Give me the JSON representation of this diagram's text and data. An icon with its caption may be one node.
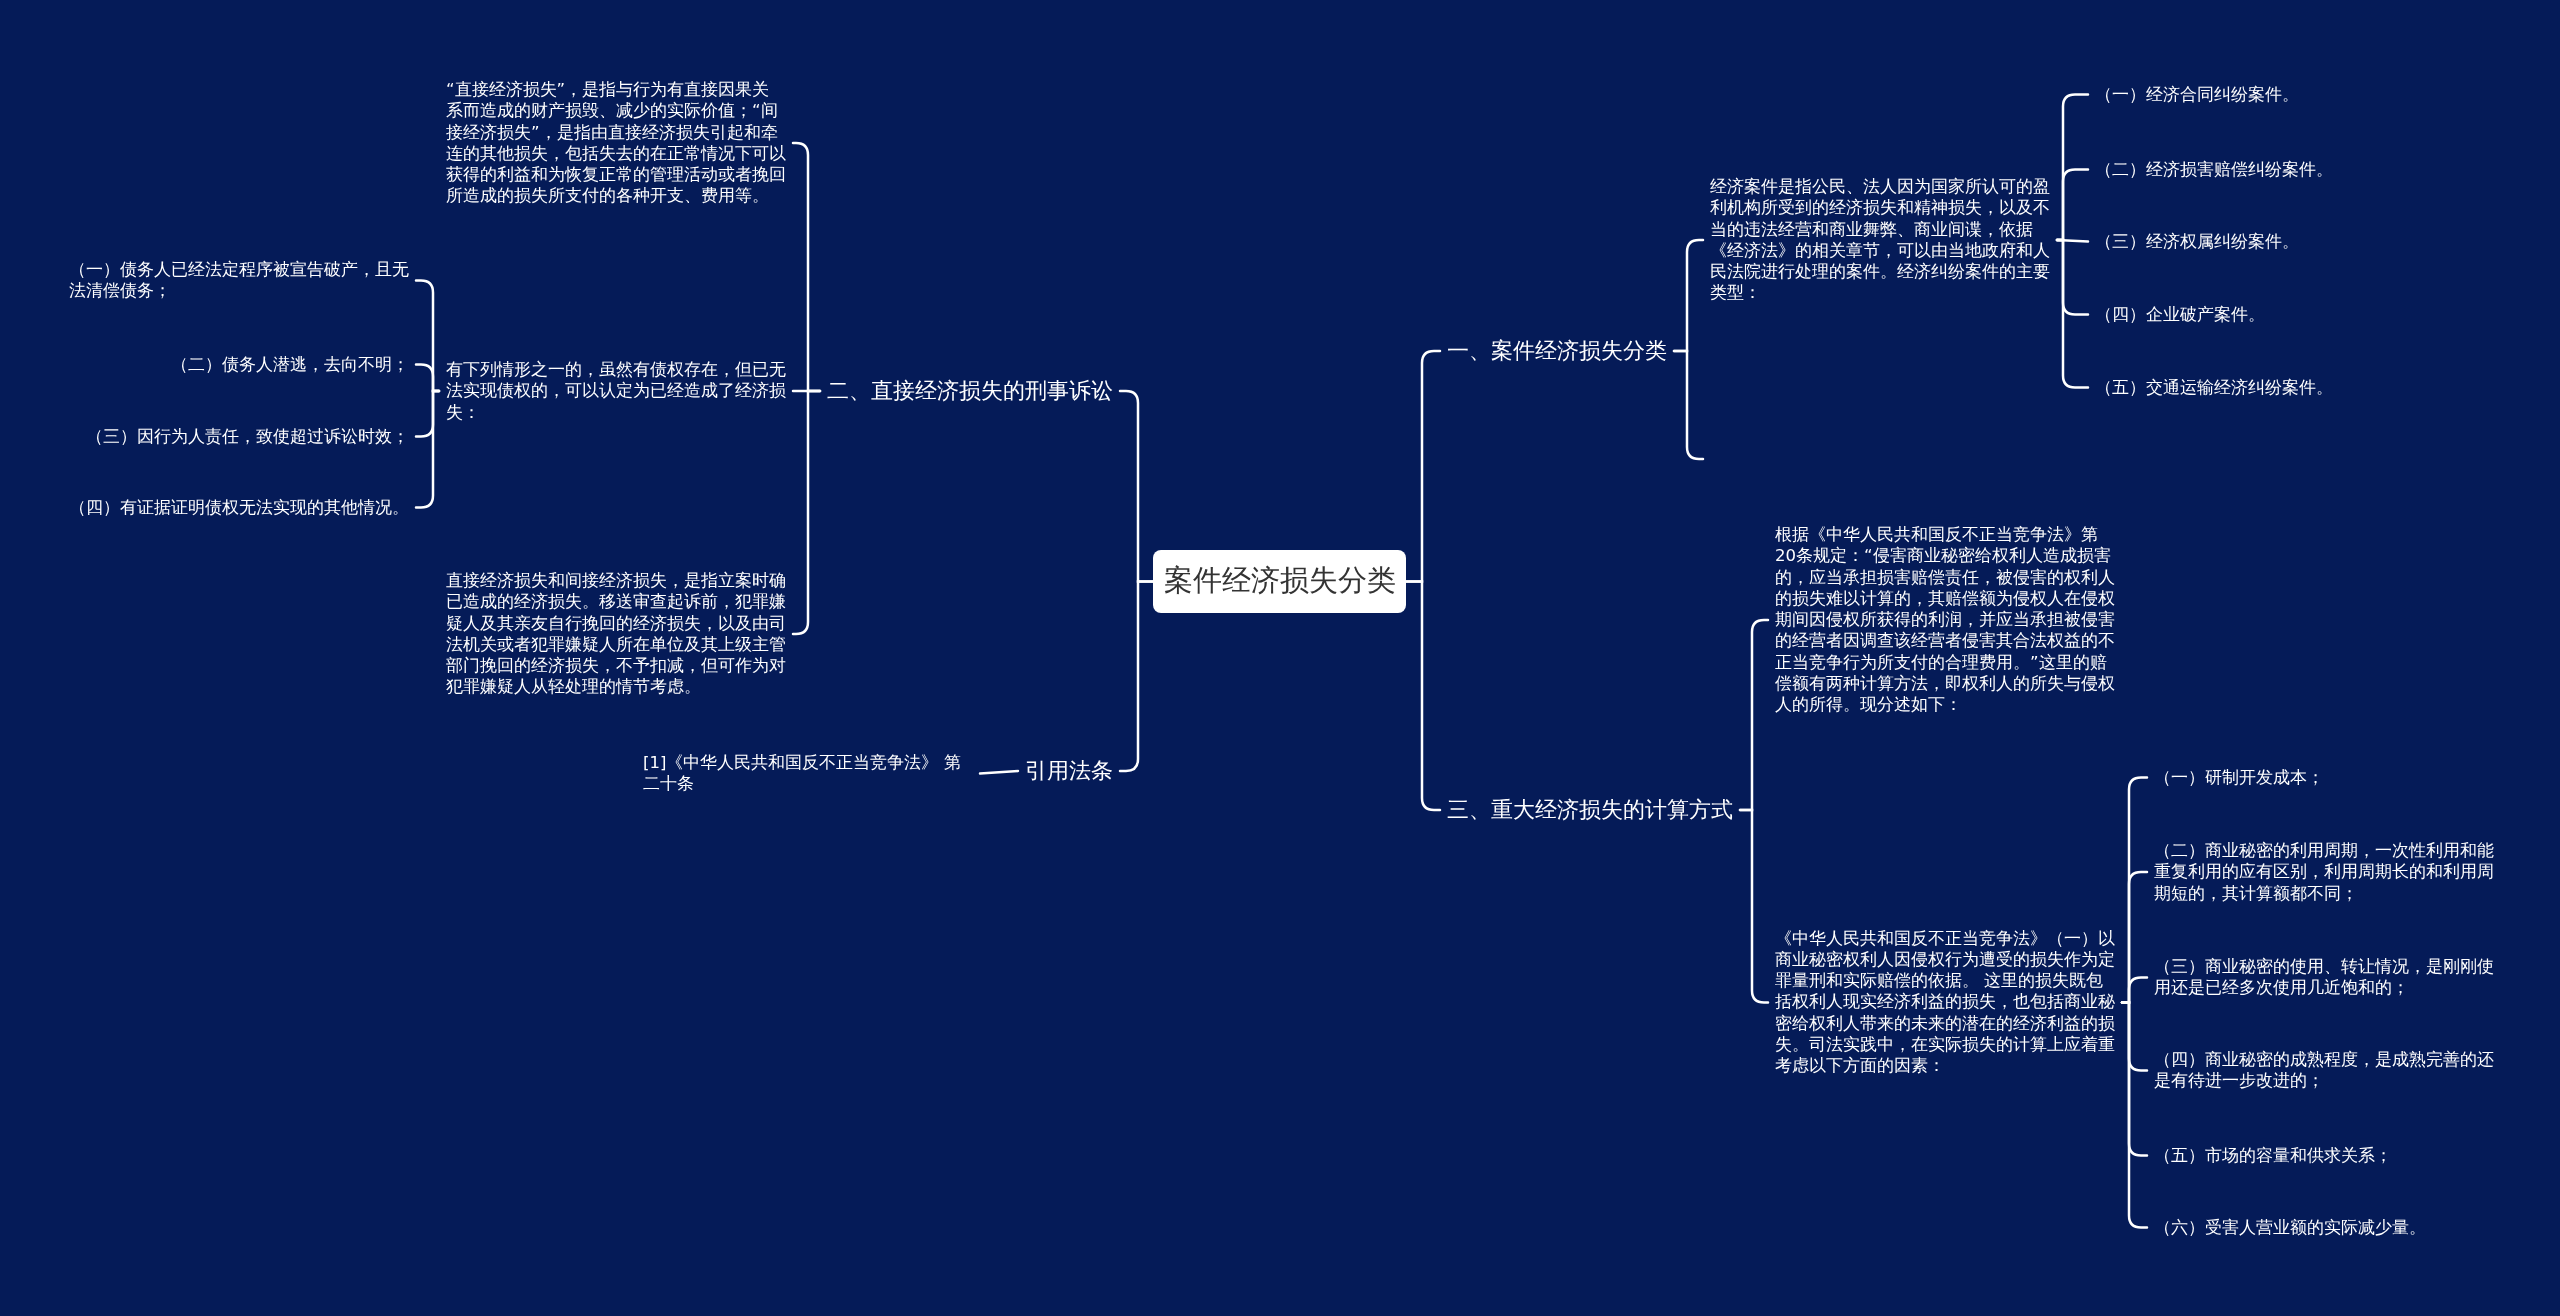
{
  "diagram": {
    "nodes": [
      {
        "text": [
          "案件经济损失分类"
        ]
      },
      {
        "text": [
          "一、案件经济损失分类"
        ]
      },
      {
        "text": [
          "经济案件是指公民、法人因为国家所认可的盈利机构所受到的经济损失和精神损失，以及不当的违法经营和商业舞弊、商业间谍，依据《经济法》的相关章节，可以由当地政府和人民法院进行处理的案件。经济纠纷案件的主要类型："
        ]
      },
      {
        "text": [
          "（一）经济合同纠纷案件。"
        ]
      },
      {
        "text": [
          "（二）经济损害赔偿纠纷案件。"
        ]
      },
      {
        "text": [
          "（三）经济权属纠纷案件。"
        ]
      },
      {
        "text": [
          "（四）企业破产案件。"
        ]
      },
      {
        "text": [
          "（五）交通运输经济纠纷案件。"
        ]
      },
      {
        "text": [
          "二、直接经济损失的刑事诉讼"
        ]
      },
      {
        "text": [
          "“直接经济损失”，是指与行为有直接因果关系而造成的财产损毁、减少的实际价值；“间接经济损失”，是指由直接经济损失引起和牵连的其他损失，包括失去的在正常情况下可以获得的利益和为恢复正常的管理活动或者挽回所造成的损失所支付的各种开支、费用等。"
        ]
      },
      {
        "text": [
          "有下列情形之一的，虽然有债权存在，但已无法实现债权的，可以认定为已经造成了经济损失："
        ]
      },
      {
        "text": [
          "（一）债务人已经法定程序被宣告破产，且无法清偿债务；"
        ]
      },
      {
        "text": [
          "（二）债务人潜逃，去向不明；"
        ]
      },
      {
        "text": [
          "（三）因行为人责任，致使超过诉讼时效；"
        ]
      },
      {
        "text": [
          "（四）有证据证明债权无法实现的其他情况。"
        ]
      },
      {
        "text": [
          "直接经济损失和间接经济损失，是指立案时确已造成的经济损失。移送审查起诉前，犯罪嫌疑人及其亲友自行挽回的经济损失，以及由司法机关或者犯罪嫌疑人所在单位及其上级主管部门挽回的经济损失，不予扣减，但可作为对犯罪嫌疑人从轻处理的情节考虑。"
        ]
      },
      {
        "text": [
          "三、重大经济损失的计算方式"
        ]
      },
      {
        "text": [
          "根据《中华人民共和国反不正当竞争法》第20条规定：“侵害商业秘密给权利人造成损害的，应当承担损害赔偿责任，被侵害的权利人的损失难以计算的，其赔偿额为侵权人在侵权期间因侵权所获得的利润，并应当承担被侵害的经营者因调查该经营者侵害其合法权益的不正当竞争行为所支付的合理费用。”这里的赔偿额有两种计算方法，即权利人的所失与侵权人的所得。现分述如下："
        ]
      },
      {
        "text": [
          "《中华人民共和国反不正当竞争法》（一）以商业秘密权利人因侵权行为遭受的损失作为定罪量刑和实际赔偿的依据。 这里的损失既包括权利人现实经济利益的损失，也包括商业秘密给权利人带来的未来的潜在的经济利益的损失。司法实践中，在实际损失的计算上应着重考虑以下方面的因素："
        ]
      },
      {
        "text": [
          "（一）研制开发成本；"
        ]
      },
      {
        "text": [
          "（二）商业秘密的利用周期，一次性利用和能重复利用的应有区别，利用周期长的和利用周期短的，其计算额都不同；"
        ]
      },
      {
        "text": [
          "（三）商业秘密的使用、转让情况，是刚刚使用还是已经多次使用几近饱和的；"
        ]
      },
      {
        "text": [
          "（四）商业秘密的成熟程度，是成熟完善的还是有待进一步改进的；"
        ]
      },
      {
        "text": [
          "（五）市场的容量和供求关系；"
        ]
      },
      {
        "text": [
          "（六）受害人营业额的实际减少量。"
        ]
      },
      {
        "text": [
          "引用法条"
        ]
      },
      {
        "text": [
          "[1]《中华人民共和国反不正当竞争法》 第二十条"
        ]
      }
    ],
    "edges": [
      {
        "from": 0,
        "to": 1,
        "arrow": "none"
      },
      {
        "from": 1,
        "to": 2,
        "arrow": "none"
      },
      {
        "from": 1,
        "to": null,
        "arrow": "none"
      },
      {
        "from": 2,
        "to": 3,
        "arrow": "none"
      },
      {
        "from": 2,
        "to": 4,
        "arrow": "none"
      },
      {
        "from": 2,
        "to": 5,
        "arrow": "none"
      },
      {
        "from": 2,
        "to": 6,
        "arrow": "none"
      },
      {
        "from": 2,
        "to": 7,
        "arrow": "none"
      },
      {
        "from": 0,
        "to": 8,
        "arrow": "none"
      },
      {
        "from": 8,
        "to": 9,
        "arrow": "none"
      },
      {
        "from": 8,
        "to": 10,
        "arrow": "none"
      },
      {
        "from": 8,
        "to": 15,
        "arrow": "none"
      },
      {
        "from": 10,
        "to": 11,
        "arrow": "none"
      },
      {
        "from": 10,
        "to": 12,
        "arrow": "none"
      },
      {
        "from": 10,
        "to": 13,
        "arrow": "none"
      },
      {
        "from": 10,
        "to": 14,
        "arrow": "none"
      },
      {
        "from": 0,
        "to": 16,
        "arrow": "none"
      },
      {
        "from": 16,
        "to": 17,
        "arrow": "none"
      },
      {
        "from": 16,
        "to": 18,
        "arrow": "none"
      },
      {
        "from": 18,
        "to": 19,
        "arrow": "none"
      },
      {
        "from": 18,
        "to": 20,
        "arrow": "none"
      },
      {
        "from": 18,
        "to": 21,
        "arrow": "none"
      },
      {
        "from": 18,
        "to": 22,
        "arrow": "none"
      },
      {
        "from": 18,
        "to": 23,
        "arrow": "none"
      },
      {
        "from": 18,
        "to": 24,
        "arrow": "none"
      },
      {
        "from": 0,
        "to": 25,
        "arrow": "none"
      },
      {
        "from": 25,
        "to": 26,
        "arrow": "none"
      }
    ]
  }
}
